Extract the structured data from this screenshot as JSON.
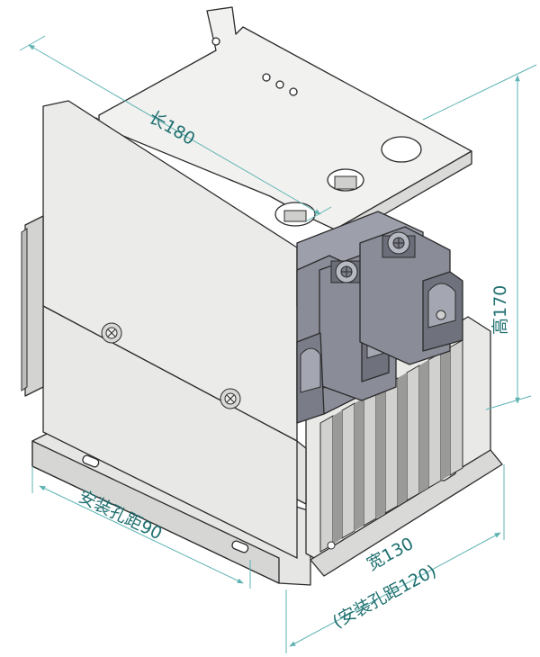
{
  "dimensions": {
    "length": "长180",
    "height": "高170",
    "mount_depth": "安装孔距90",
    "width": "宽130",
    "mount_width": "(安装孔距120)"
  },
  "colors": {
    "cover": "#ebebe9",
    "cover_shade": "#dcdcda",
    "heatsink": "#e4e4e2",
    "terminal_block": "#8a8c98",
    "terminal_dark": "#5d5f6b",
    "dimension_line": "#5fb3b3",
    "dimension_text": "#1f6f6f"
  }
}
